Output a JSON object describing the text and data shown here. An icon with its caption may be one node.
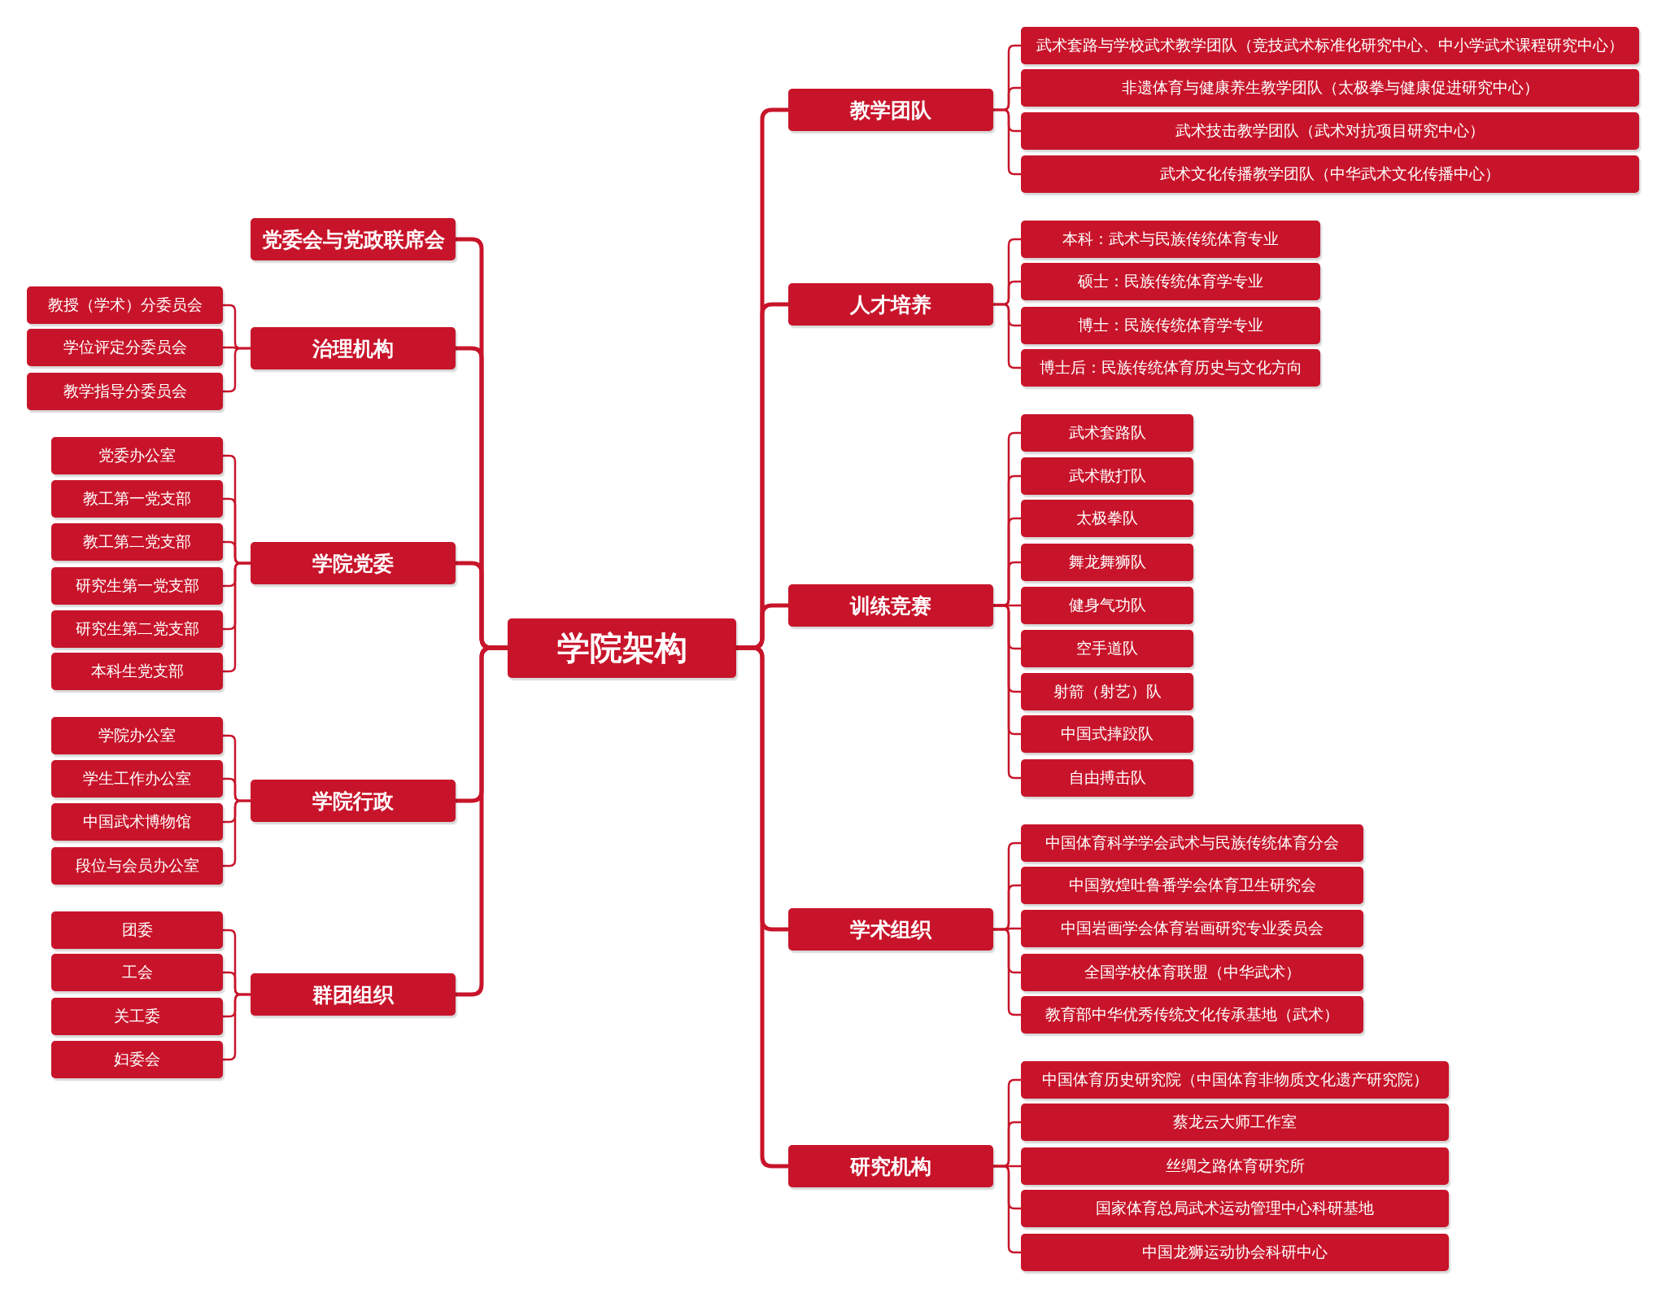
{
  "diagram": {
    "nodes": [
      {
        "text": [
          "学院架构"
        ]
      },
      {
        "text": [
          "党委会与党政联席会"
        ]
      },
      {
        "text": [
          "治理机构"
        ]
      },
      {
        "text": [
          "教授（学术）分委员会"
        ]
      },
      {
        "text": [
          "学位评定分委员会"
        ]
      },
      {
        "text": [
          "教学指导分委员会"
        ]
      },
      {
        "text": [
          "学院党委"
        ]
      },
      {
        "text": [
          "党委办公室"
        ]
      },
      {
        "text": [
          "教工第一党支部"
        ]
      },
      {
        "text": [
          "教工第二党支部"
        ]
      },
      {
        "text": [
          "研究生第一党支部"
        ]
      },
      {
        "text": [
          "研究生第二党支部"
        ]
      },
      {
        "text": [
          "本科生党支部"
        ]
      },
      {
        "text": [
          "学院行政"
        ]
      },
      {
        "text": [
          "学院办公室"
        ]
      },
      {
        "text": [
          "学生工作办公室"
        ]
      },
      {
        "text": [
          "中国武术博物馆"
        ]
      },
      {
        "text": [
          "段位与会员办公室"
        ]
      },
      {
        "text": [
          "群团组织"
        ]
      },
      {
        "text": [
          "团委"
        ]
      },
      {
        "text": [
          "工会"
        ]
      },
      {
        "text": [
          "关工委"
        ]
      },
      {
        "text": [
          "妇委会"
        ]
      },
      {
        "text": [
          "教学团队"
        ]
      },
      {
        "text": [
          "武术套路与学校武术教学团队（竞技武术标准化研究中心、中小学武术课程研究中心）"
        ]
      },
      {
        "text": [
          "非遗体育与健康养生教学团队（太极拳与健康促进研究中心）"
        ]
      },
      {
        "text": [
          "武术技击教学团队（武术对抗项目研究中心）"
        ]
      },
      {
        "text": [
          "武术文化传播教学团队（中华武术文化传播中心）"
        ]
      },
      {
        "text": [
          "人才培养"
        ]
      },
      {
        "text": [
          "本科：武术与民族传统体育专业"
        ]
      },
      {
        "text": [
          "硕士：民族传统体育学专业"
        ]
      },
      {
        "text": [
          "博士：民族传统体育学专业"
        ]
      },
      {
        "text": [
          "博士后：民族传统体育历史与文化方向"
        ]
      },
      {
        "text": [
          "训练竞赛"
        ]
      },
      {
        "text": [
          "武术套路队"
        ]
      },
      {
        "text": [
          "武术散打队"
        ]
      },
      {
        "text": [
          "太极拳队"
        ]
      },
      {
        "text": [
          "舞龙舞狮队"
        ]
      },
      {
        "text": [
          "健身气功队"
        ]
      },
      {
        "text": [
          "空手道队"
        ]
      },
      {
        "text": [
          "射箭（射艺）队"
        ]
      },
      {
        "text": [
          "中国式摔跤队"
        ]
      },
      {
        "text": [
          "自由搏击队"
        ]
      },
      {
        "text": [
          "学术组织"
        ]
      },
      {
        "text": [
          "中国体育科学学会武术与民族传统体育分会"
        ]
      },
      {
        "text": [
          "中国敦煌吐鲁番学会体育卫生研究会"
        ]
      },
      {
        "text": [
          "中国岩画学会体育岩画研究专业委员会"
        ]
      },
      {
        "text": [
          "全国学校体育联盟（中华武术）"
        ]
      },
      {
        "text": [
          "教育部中华优秀传统文化传承基地（武术）"
        ]
      },
      {
        "text": [
          "研究机构"
        ]
      },
      {
        "text": [
          "中国体育历史研究院（中国体育非物质文化遗产研究院）"
        ]
      },
      {
        "text": [
          "蔡龙云大师工作室"
        ]
      },
      {
        "text": [
          "丝绸之路体育研究所"
        ]
      },
      {
        "text": [
          "国家体育总局武术运动管理中心科研基地"
        ]
      },
      {
        "text": [
          "中国龙狮运动协会科研中心"
        ]
      }
    ],
    "edges": [
      {
        "from": 0,
        "to": 1,
        "arrow": "none"
      },
      {
        "from": 0,
        "to": 2,
        "arrow": "none"
      },
      {
        "from": 0,
        "to": 6,
        "arrow": "none"
      },
      {
        "from": 0,
        "to": 13,
        "arrow": "none"
      },
      {
        "from": 0,
        "to": 18,
        "arrow": "none"
      },
      {
        "from": 0,
        "to": 23,
        "arrow": "none"
      },
      {
        "from": 0,
        "to": 28,
        "arrow": "none"
      },
      {
        "from": 0,
        "to": 33,
        "arrow": "none"
      },
      {
        "from": 0,
        "to": 43,
        "arrow": "none"
      },
      {
        "from": 0,
        "to": 49,
        "arrow": "none"
      },
      {
        "from": 2,
        "to": 3,
        "arrow": "none"
      },
      {
        "from": 2,
        "to": 4,
        "arrow": "none"
      },
      {
        "from": 2,
        "to": 5,
        "arrow": "none"
      },
      {
        "from": 6,
        "to": 7,
        "arrow": "none"
      },
      {
        "from": 6,
        "to": 8,
        "arrow": "none"
      },
      {
        "from": 6,
        "to": 9,
        "arrow": "none"
      },
      {
        "from": 6,
        "to": 10,
        "arrow": "none"
      },
      {
        "from": 6,
        "to": 11,
        "arrow": "none"
      },
      {
        "from": 6,
        "to": 12,
        "arrow": "none"
      },
      {
        "from": 13,
        "to": 14,
        "arrow": "none"
      },
      {
        "from": 13,
        "to": 15,
        "arrow": "none"
      },
      {
        "from": 13,
        "to": 16,
        "arrow": "none"
      },
      {
        "from": 13,
        "to": 17,
        "arrow": "none"
      },
      {
        "from": 18,
        "to": 19,
        "arrow": "none"
      },
      {
        "from": 18,
        "to": 20,
        "arrow": "none"
      },
      {
        "from": 18,
        "to": 21,
        "arrow": "none"
      },
      {
        "from": 18,
        "to": 22,
        "arrow": "none"
      },
      {
        "from": 23,
        "to": 24,
        "arrow": "none"
      },
      {
        "from": 23,
        "to": 25,
        "arrow": "none"
      },
      {
        "from": 23,
        "to": 26,
        "arrow": "none"
      },
      {
        "from": 23,
        "to": 27,
        "arrow": "none"
      },
      {
        "from": 28,
        "to": 29,
        "arrow": "none"
      },
      {
        "from": 28,
        "to": 30,
        "arrow": "none"
      },
      {
        "from": 28,
        "to": 31,
        "arrow": "none"
      },
      {
        "from": 28,
        "to": 32,
        "arrow": "none"
      },
      {
        "from": 33,
        "to": 34,
        "arrow": "none"
      },
      {
        "from": 33,
        "to": 35,
        "arrow": "none"
      },
      {
        "from": 33,
        "to": 36,
        "arrow": "none"
      },
      {
        "from": 33,
        "to": 37,
        "arrow": "none"
      },
      {
        "from": 33,
        "to": 38,
        "arrow": "none"
      },
      {
        "from": 33,
        "to": 39,
        "arrow": "none"
      },
      {
        "from": 33,
        "to": 40,
        "arrow": "none"
      },
      {
        "from": 33,
        "to": 41,
        "arrow": "none"
      },
      {
        "from": 33,
        "to": 42,
        "arrow": "none"
      },
      {
        "from": 43,
        "to": 44,
        "arrow": "none"
      },
      {
        "from": 43,
        "to": 45,
        "arrow": "none"
      },
      {
        "from": 43,
        "to": 46,
        "arrow": "none"
      },
      {
        "from": 43,
        "to": 47,
        "arrow": "none"
      },
      {
        "from": 43,
        "to": 48,
        "arrow": "none"
      },
      {
        "from": 49,
        "to": 50,
        "arrow": "none"
      },
      {
        "from": 49,
        "to": 51,
        "arrow": "none"
      },
      {
        "from": 49,
        "to": 52,
        "arrow": "none"
      },
      {
        "from": 49,
        "to": 53,
        "arrow": "none"
      },
      {
        "from": 49,
        "to": 54,
        "arrow": "none"
      }
    ]
  }
}
